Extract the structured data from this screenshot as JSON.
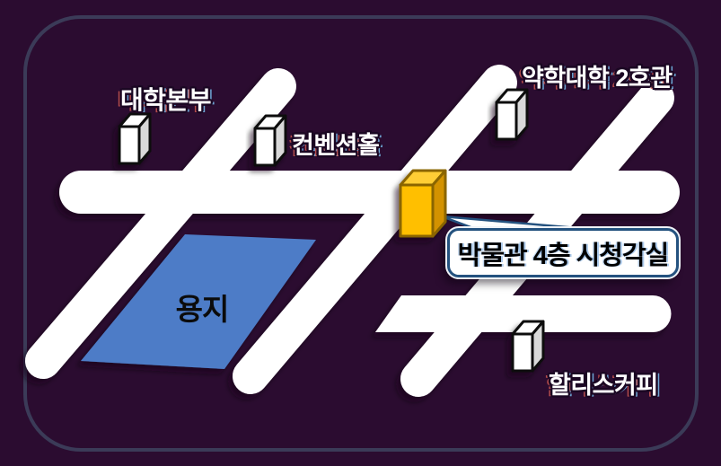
{
  "landmarks": {
    "university_hq": {
      "label": "대학본부"
    },
    "convention_hall": {
      "label": "컨벤션홀"
    },
    "pharmacy_college_2": {
      "label": "약학대학 2호관"
    },
    "hollys_coffee": {
      "label": "할리스커피"
    },
    "pond": {
      "label": "용지"
    }
  },
  "callout": {
    "text": "박물관 4층 시청각실"
  },
  "colors": {
    "background": "#2b0c30",
    "frame_border": "#3b3b58",
    "road": "#ffffff",
    "pond_fill": "#4d7cc7",
    "building_face": "#ffffff",
    "building_side": "#d9d9d9",
    "building_outline": "#0a0a0a",
    "highlight_face": "#ffbf06",
    "highlight_top": "#ffce35",
    "highlight_side": "#d39200",
    "highlight_outline": "#8a6500",
    "callout_border": "#24527f",
    "callout_fill": "#ffffff",
    "callout_text": "#000000",
    "label_text": "#ffffff"
  }
}
